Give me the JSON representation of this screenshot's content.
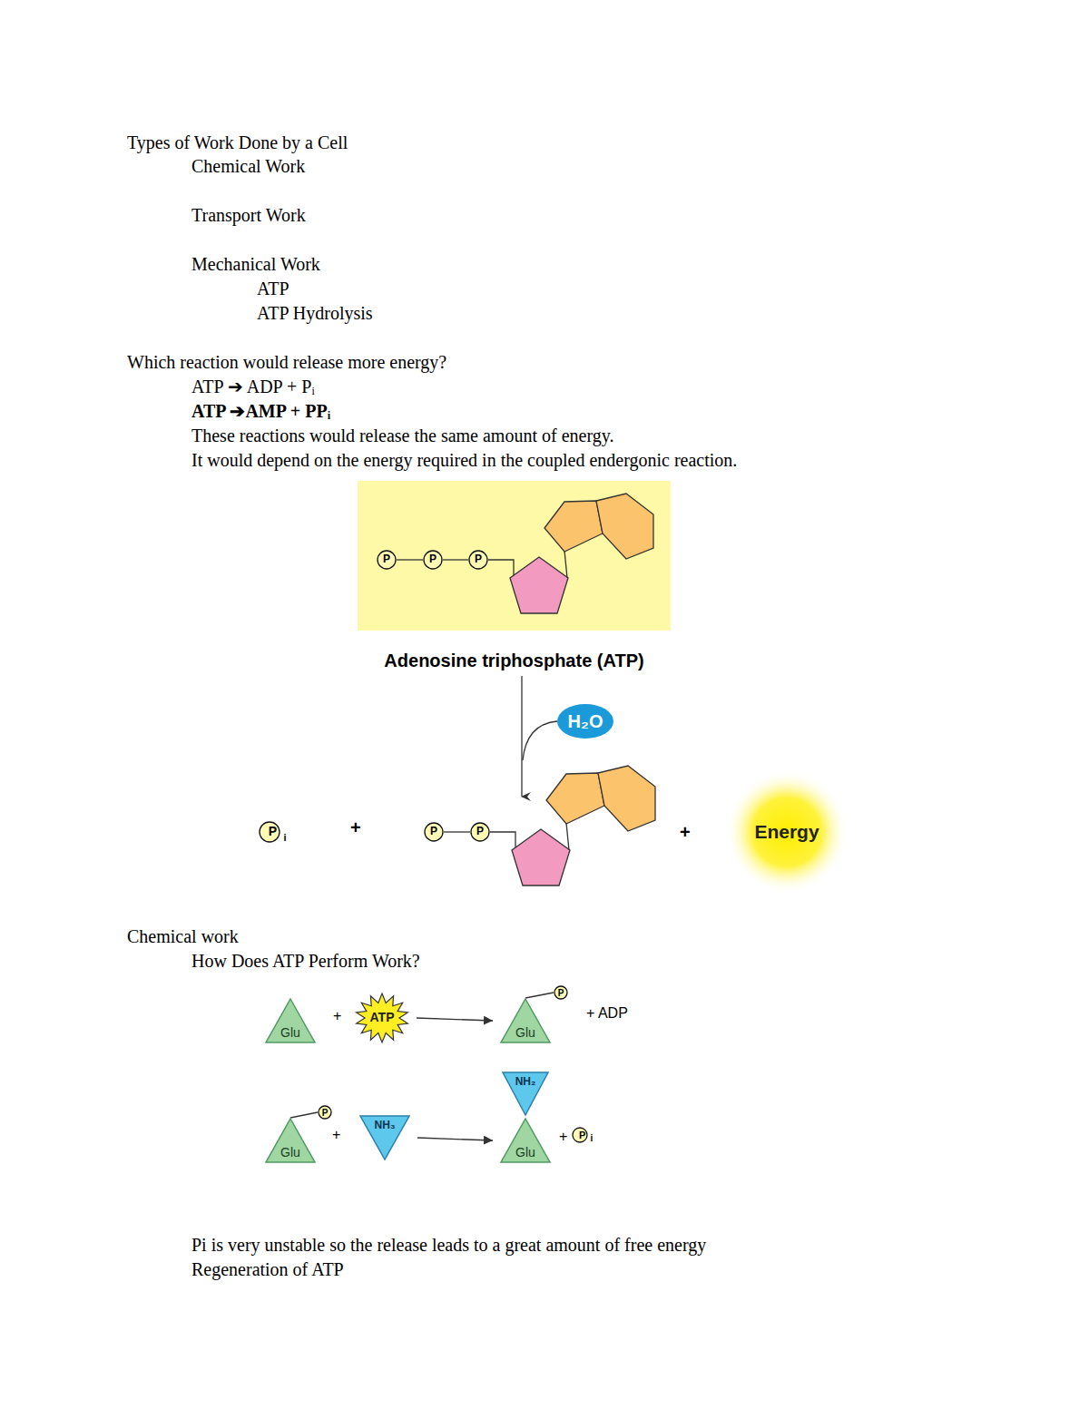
{
  "diagram": {
    "nodes": [
      {
        "text": [
          "Adenosine triphosphate (ATP)"
        ]
      },
      {
        "text": [
          "P"
        ],
        "in": 0
      },
      {
        "text": [
          "P"
        ],
        "in": 0
      },
      {
        "text": [
          "P"
        ],
        "in": 0
      },
      {
        "text": [
          "H₂O"
        ]
      },
      {
        "text": [
          "P",
          "i"
        ]
      },
      {
        "text": [
          "P"
        ]
      },
      {
        "text": [
          "P"
        ]
      },
      {
        "text": [
          "Energy"
        ]
      },
      {
        "text": [
          "Glu"
        ]
      },
      {
        "text": [
          "ATP"
        ]
      },
      {
        "text": [
          "Glu"
        ]
      },
      {
        "text": [
          "P"
        ]
      },
      {
        "text": [
          "Glu"
        ]
      },
      {
        "text": [
          "P"
        ]
      },
      {
        "text": [
          "NH₃"
        ]
      },
      {
        "text": [
          "NH₂"
        ]
      },
      {
        "text": [
          "Glu"
        ]
      },
      {
        "text": [
          "P",
          "i"
        ]
      }
    ],
    "edges": [
      {
        "from": 1,
        "to": 2,
        "arrow": "none"
      },
      {
        "from": 2,
        "to": 3,
        "arrow": "none"
      },
      {
        "from": 6,
        "to": 7,
        "arrow": "none"
      },
      {
        "from": 10,
        "to": 11,
        "arrow": "to"
      },
      {
        "from": 11,
        "to": 12,
        "arrow": "none"
      },
      {
        "from": 13,
        "to": 14,
        "arrow": "none"
      },
      {
        "from": 15,
        "to": 17,
        "arrow": "to"
      }
    ],
    "labels": [
      "Types of Work Done by a Cell",
      "Chemical Work",
      "Transport Work",
      "Mechanical Work",
      "ATP",
      "ATP Hydrolysis",
      "Which reaction would release more energy?",
      "ATP ➔ ADP + Pᵢ",
      "ATP ➔AMP + PPᵢ",
      "These reactions would release the same amount of energy.",
      "It would depend on the energy required in the coupled endergonic reaction.",
      "+",
      "+",
      "Chemical work",
      "How Does ATP Perform Work?",
      "+",
      "+ ADP",
      "+",
      "+",
      "Pi is very unstable so the release leads to a great amount of free energy",
      "Regeneration of ATP"
    ]
  }
}
